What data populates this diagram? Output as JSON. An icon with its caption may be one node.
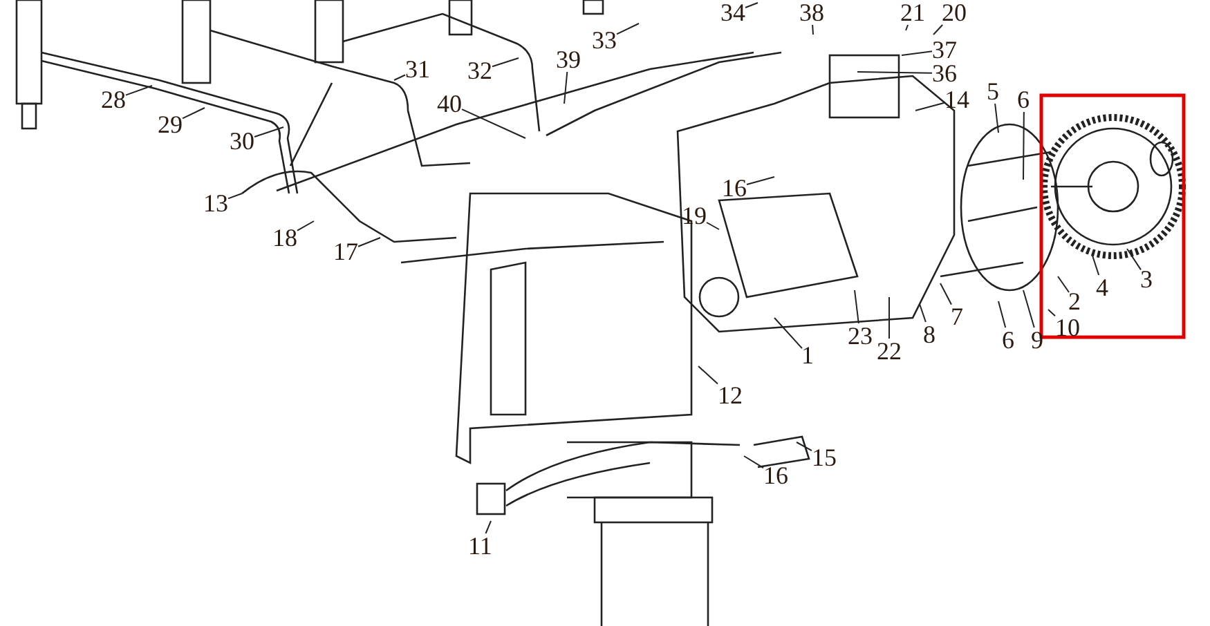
{
  "diagram": {
    "nodes": [
      {
        "text": [
          "28"
        ]
      },
      {
        "text": [
          "29"
        ]
      },
      {
        "text": [
          "30"
        ]
      },
      {
        "text": [
          "31"
        ]
      },
      {
        "text": [
          "32"
        ]
      },
      {
        "text": [
          "33"
        ]
      },
      {
        "text": [
          "34"
        ]
      },
      {
        "text": [
          "38"
        ]
      },
      {
        "text": [
          "21"
        ]
      },
      {
        "text": [
          "20"
        ]
      },
      {
        "text": [
          "37"
        ]
      },
      {
        "text": [
          "36"
        ]
      },
      {
        "text": [
          "14"
        ]
      },
      {
        "text": [
          "39"
        ]
      },
      {
        "text": [
          "40"
        ]
      },
      {
        "text": [
          "5"
        ]
      },
      {
        "text": [
          "6"
        ]
      },
      {
        "text": [
          "13"
        ]
      },
      {
        "text": [
          "18"
        ]
      },
      {
        "text": [
          "17"
        ]
      },
      {
        "text": [
          "16"
        ]
      },
      {
        "text": [
          "19"
        ]
      },
      {
        "text": [
          "1"
        ]
      },
      {
        "text": [
          "23"
        ]
      },
      {
        "text": [
          "22"
        ]
      },
      {
        "text": [
          "8"
        ]
      },
      {
        "text": [
          "7"
        ]
      },
      {
        "text": [
          "6"
        ]
      },
      {
        "text": [
          "9"
        ]
      },
      {
        "text": [
          "10"
        ]
      },
      {
        "text": [
          "2"
        ]
      },
      {
        "text": [
          "4"
        ]
      },
      {
        "text": [
          "3"
        ]
      },
      {
        "text": [
          "12"
        ]
      },
      {
        "text": [
          "15"
        ]
      },
      {
        "text": [
          "16"
        ]
      },
      {
        "text": [
          "11"
        ]
      }
    ],
    "edges": [
      {
        "from": 0,
        "to": null,
        "arrow": "none"
      },
      {
        "from": 1,
        "to": null,
        "arrow": "none"
      },
      {
        "from": 2,
        "to": null,
        "arrow": "none"
      },
      {
        "from": 3,
        "to": null,
        "arrow": "none"
      },
      {
        "from": 4,
        "to": null,
        "arrow": "none"
      },
      {
        "from": 5,
        "to": null,
        "arrow": "none"
      },
      {
        "from": 6,
        "to": null,
        "arrow": "none"
      },
      {
        "from": 7,
        "to": null,
        "arrow": "none"
      },
      {
        "from": 8,
        "to": null,
        "arrow": "none"
      },
      {
        "from": 9,
        "to": null,
        "arrow": "none"
      },
      {
        "from": 10,
        "to": null,
        "arrow": "none"
      },
      {
        "from": 11,
        "to": null,
        "arrow": "none"
      },
      {
        "from": 12,
        "to": null,
        "arrow": "none"
      },
      {
        "from": 13,
        "to": null,
        "arrow": "none"
      },
      {
        "from": 14,
        "to": null,
        "arrow": "none"
      },
      {
        "from": 15,
        "to": null,
        "arrow": "none"
      },
      {
        "from": 16,
        "to": null,
        "arrow": "none"
      },
      {
        "from": 17,
        "to": null,
        "arrow": "none"
      },
      {
        "from": 18,
        "to": null,
        "arrow": "none"
      },
      {
        "from": 19,
        "to": null,
        "arrow": "none"
      },
      {
        "from": 20,
        "to": null,
        "arrow": "none"
      },
      {
        "from": 21,
        "to": null,
        "arrow": "none"
      },
      {
        "from": 22,
        "to": null,
        "arrow": "none"
      },
      {
        "from": 23,
        "to": null,
        "arrow": "none"
      },
      {
        "from": 24,
        "to": null,
        "arrow": "none"
      },
      {
        "from": 25,
        "to": null,
        "arrow": "none"
      },
      {
        "from": 26,
        "to": null,
        "arrow": "none"
      },
      {
        "from": 27,
        "to": null,
        "arrow": "none"
      },
      {
        "from": 28,
        "to": null,
        "arrow": "none"
      },
      {
        "from": 29,
        "to": null,
        "arrow": "none"
      },
      {
        "from": 30,
        "to": null,
        "arrow": "none"
      },
      {
        "from": 31,
        "to": null,
        "arrow": "none"
      },
      {
        "from": 32,
        "to": null,
        "arrow": "none"
      },
      {
        "from": 33,
        "to": null,
        "arrow": "none"
      },
      {
        "from": 34,
        "to": null,
        "arrow": "none"
      },
      {
        "from": 35,
        "to": null,
        "arrow": "none"
      },
      {
        "from": 36,
        "to": null,
        "arrow": "none"
      }
    ]
  }
}
